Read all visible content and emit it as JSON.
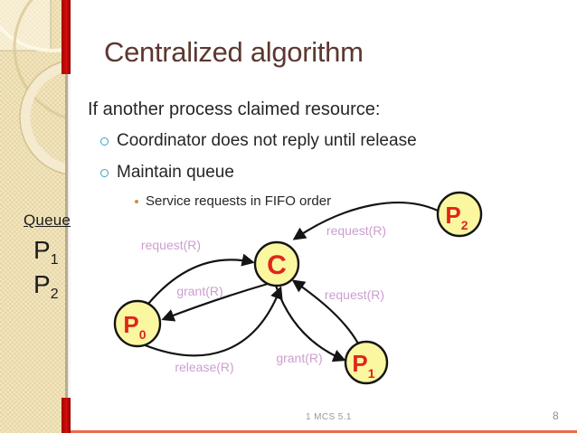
{
  "title": "Centralized algorithm",
  "bullets": {
    "level1": "If another process claimed resource:",
    "level2": [
      "Coordinator does not reply until release",
      "Maintain queue"
    ],
    "level3": [
      "Service requests in FIFO order"
    ]
  },
  "queue_panel": {
    "heading": "Queue",
    "items": [
      {
        "base": "P",
        "sub": "1"
      },
      {
        "base": "P",
        "sub": "2"
      }
    ]
  },
  "diagram": {
    "nodes": [
      {
        "id": "C",
        "label": "C",
        "sub": ""
      },
      {
        "id": "P0",
        "label": "P",
        "sub": "0"
      },
      {
        "id": "P1",
        "label": "P",
        "sub": "1"
      },
      {
        "id": "P2",
        "label": "P",
        "sub": "2"
      }
    ],
    "edge_labels": [
      "request(R)",
      "grant(R)",
      "release(R)",
      "request(R)",
      "grant(R)",
      "request(R)"
    ],
    "edges": [
      {
        "from": "P0",
        "to": "C",
        "label": "request(R)"
      },
      {
        "from": "C",
        "to": "P0",
        "label": "grant(R)"
      },
      {
        "from": "P0",
        "to": "C",
        "label": "release(R)"
      },
      {
        "from": "P1",
        "to": "C",
        "label": "request(R)"
      },
      {
        "from": "C",
        "to": "P1",
        "label": "grant(R)"
      },
      {
        "from": "P2",
        "to": "C",
        "label": "request(R)"
      }
    ]
  },
  "footer": {
    "left": "1 MCS 5.1",
    "page": "8"
  },
  "colors": {
    "panel_tan": "#e8d7a6",
    "ribbon_red": "#c00000",
    "bottom_line_orange": "#ec6b4a",
    "title_brown": "#5c3830",
    "body_text": "#262626",
    "bullet_teal": "#43a0bc",
    "bullet_orange": "#cc8e44",
    "node_fill_yellow": "#faf7a0",
    "node_text_red": "#e0251a",
    "edge_label_lilac": "#cc9ecf"
  }
}
